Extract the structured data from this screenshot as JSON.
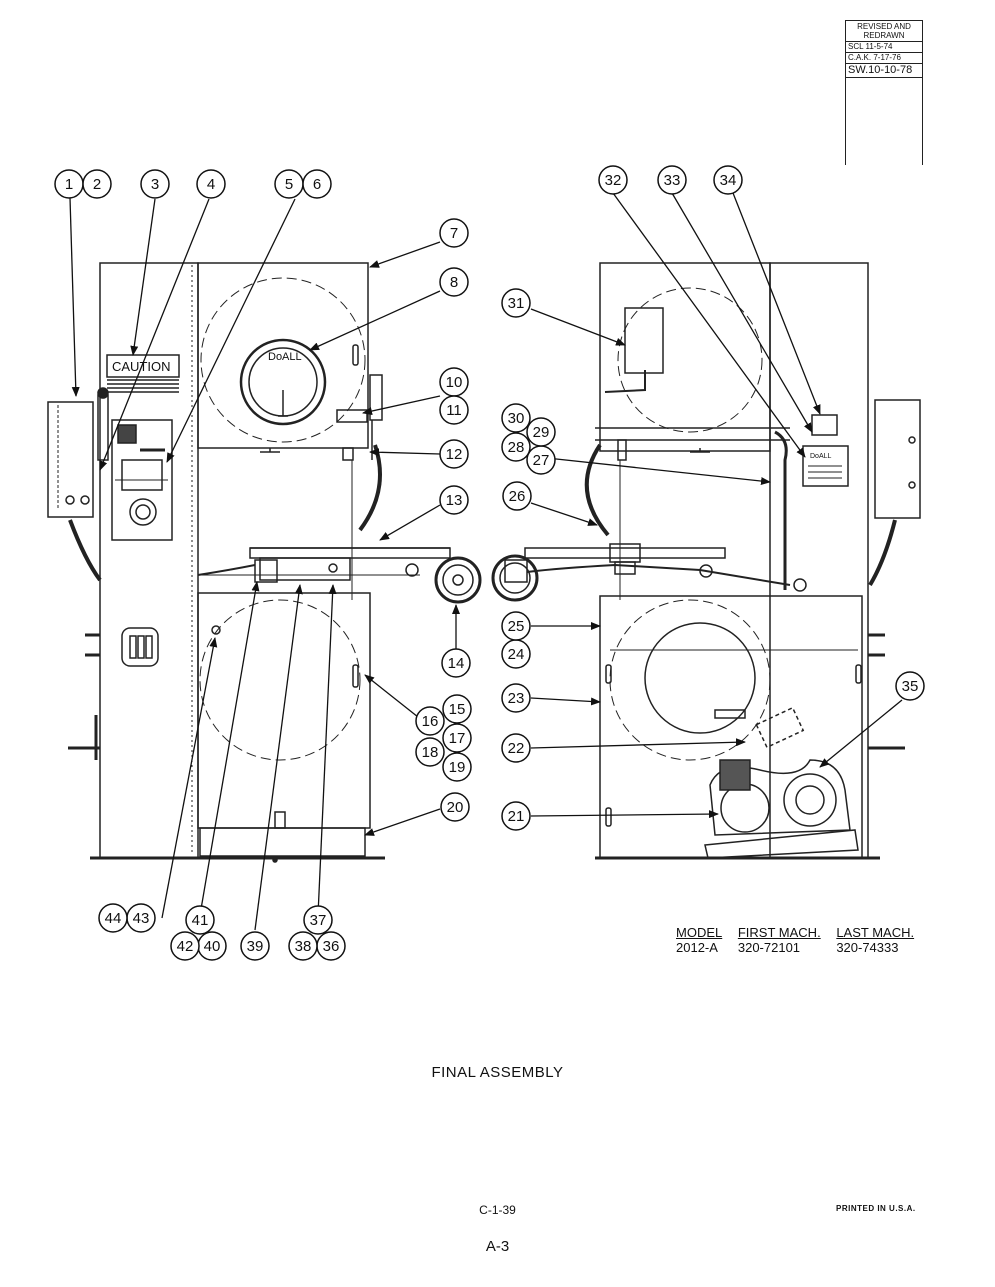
{
  "revision": {
    "header": [
      "REVISED AND",
      "REDRAWN"
    ],
    "rows": [
      "SCL  11-5-74",
      "C.A.K.  7-17-76"
    ],
    "final": "SW.10-10-78"
  },
  "model_table": {
    "headers": [
      "MODEL",
      "FIRST MACH.",
      "LAST MACH."
    ],
    "values": [
      "2012-A",
      "320-72101",
      "320-74333"
    ]
  },
  "labels": {
    "caution_sign": "CAUTION",
    "brand_upper_wheel": "DoALL",
    "brand_plate": "DoALL"
  },
  "callouts": [
    {
      "id": "1",
      "label": "1"
    },
    {
      "id": "2",
      "label": "2"
    },
    {
      "id": "3",
      "label": "3"
    },
    {
      "id": "4",
      "label": "4"
    },
    {
      "id": "5",
      "label": "5"
    },
    {
      "id": "6",
      "label": "6"
    },
    {
      "id": "7",
      "label": "7"
    },
    {
      "id": "8",
      "label": "8"
    },
    {
      "id": "10",
      "label": "10"
    },
    {
      "id": "11",
      "label": "11"
    },
    {
      "id": "12",
      "label": "12"
    },
    {
      "id": "13",
      "label": "13"
    },
    {
      "id": "14",
      "label": "14"
    },
    {
      "id": "15",
      "label": "15"
    },
    {
      "id": "16",
      "label": "16"
    },
    {
      "id": "17",
      "label": "17"
    },
    {
      "id": "18",
      "label": "18"
    },
    {
      "id": "19",
      "label": "19"
    },
    {
      "id": "20",
      "label": "20"
    },
    {
      "id": "21",
      "label": "21"
    },
    {
      "id": "22",
      "label": "22"
    },
    {
      "id": "23",
      "label": "23"
    },
    {
      "id": "24",
      "label": "24"
    },
    {
      "id": "25",
      "label": "25"
    },
    {
      "id": "26",
      "label": "26"
    },
    {
      "id": "27",
      "label": "27"
    },
    {
      "id": "28",
      "label": "28"
    },
    {
      "id": "29",
      "label": "29"
    },
    {
      "id": "30",
      "label": "30"
    },
    {
      "id": "31",
      "label": "31"
    },
    {
      "id": "32",
      "label": "32"
    },
    {
      "id": "33",
      "label": "33"
    },
    {
      "id": "34",
      "label": "34"
    },
    {
      "id": "35",
      "label": "35"
    },
    {
      "id": "36",
      "label": "36"
    },
    {
      "id": "37",
      "label": "37"
    },
    {
      "id": "38",
      "label": "38"
    },
    {
      "id": "39",
      "label": "39"
    },
    {
      "id": "40",
      "label": "40"
    },
    {
      "id": "41",
      "label": "41"
    },
    {
      "id": "42",
      "label": "42"
    },
    {
      "id": "43",
      "label": "43"
    },
    {
      "id": "44",
      "label": "44"
    }
  ],
  "figure_title": "FINAL ASSEMBLY",
  "drawing_number": "C-1-39",
  "printed_note": "PRINTED IN U.S.A.",
  "page_number": "A-3"
}
